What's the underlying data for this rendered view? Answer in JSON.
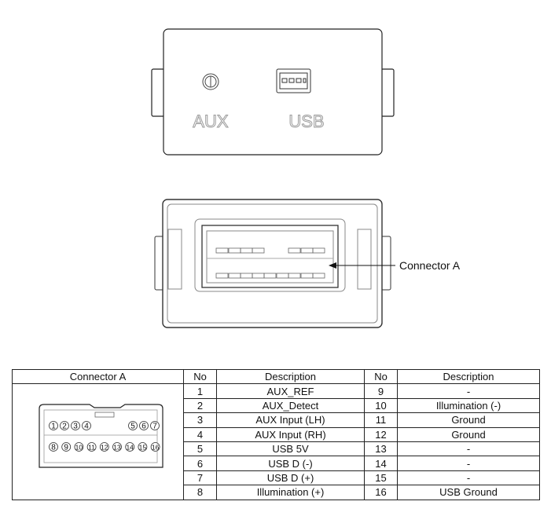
{
  "front_view": {
    "aux_label": "AUX",
    "usb_label": "USB"
  },
  "rear_view": {
    "callout": "Connector A"
  },
  "table": {
    "headers": [
      "Connector A",
      "No",
      "Description",
      "No",
      "Description"
    ],
    "rows": [
      {
        "no1": "1",
        "desc1": "AUX_REF",
        "no2": "9",
        "desc2": "-"
      },
      {
        "no1": "2",
        "desc1": "AUX_Detect",
        "no2": "10",
        "desc2": "Illumination (-)"
      },
      {
        "no1": "3",
        "desc1": "AUX Input (LH)",
        "no2": "11",
        "desc2": "Ground"
      },
      {
        "no1": "4",
        "desc1": "AUX Input (RH)",
        "no2": "12",
        "desc2": "Ground"
      },
      {
        "no1": "5",
        "desc1": "USB 5V",
        "no2": "13",
        "desc2": "-"
      },
      {
        "no1": "6",
        "desc1": "USB D (-)",
        "no2": "14",
        "desc2": "-"
      },
      {
        "no1": "7",
        "desc1": "USB D (+)",
        "no2": "15",
        "desc2": "-"
      },
      {
        "no1": "8",
        "desc1": "Illumination (+)",
        "no2": "16",
        "desc2": "USB Ground"
      }
    ],
    "pin_labels_top": [
      "1",
      "2",
      "3",
      "4",
      "5",
      "6",
      "7"
    ],
    "pin_labels_bottom": [
      "8",
      "9",
      "10",
      "11",
      "12",
      "13",
      "14",
      "15",
      "16"
    ]
  }
}
